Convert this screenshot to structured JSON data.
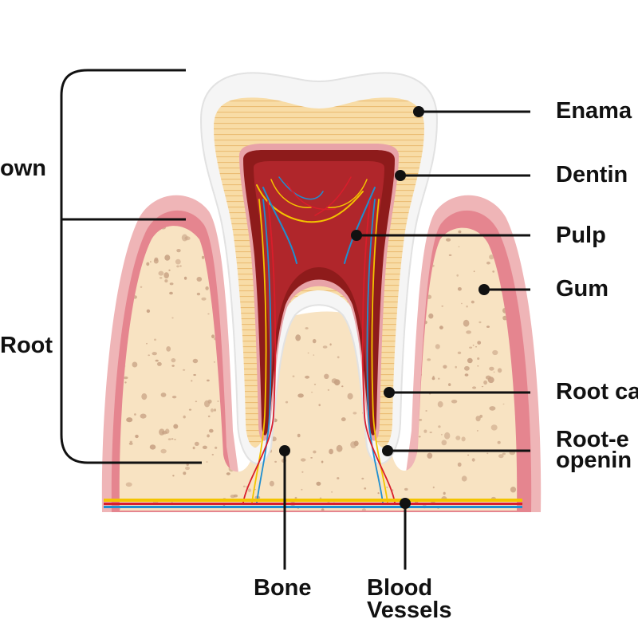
{
  "labels": {
    "enamel": "Enama",
    "dentin": "Dentin",
    "pulp": "Pulp",
    "gum": "Gum",
    "root_canal": "Root ca",
    "root_end_opening_line1": "Root-e",
    "root_end_opening_line2": "openin",
    "crown": "own",
    "root": "Root",
    "bone": "Bone",
    "blood_vessels_line1": "Blood",
    "blood_vessels_line2": "Vessels"
  },
  "colors": {
    "enamel": "#f4f4f4",
    "dentin": "#f8dca6",
    "dentin_stripe": "#e9b96d",
    "pulp_outer": "#8e1b1b",
    "pulp_inner": "#b32828",
    "gum_outer": "#eeb7b8",
    "gum_inner": "#e07f8a",
    "bone": "#f8e2c0",
    "bone_spot": "#c7a183",
    "nerve": "#f3c400",
    "artery": "#d91d2b",
    "vein": "#1f8fd0",
    "leader": "#111111"
  }
}
